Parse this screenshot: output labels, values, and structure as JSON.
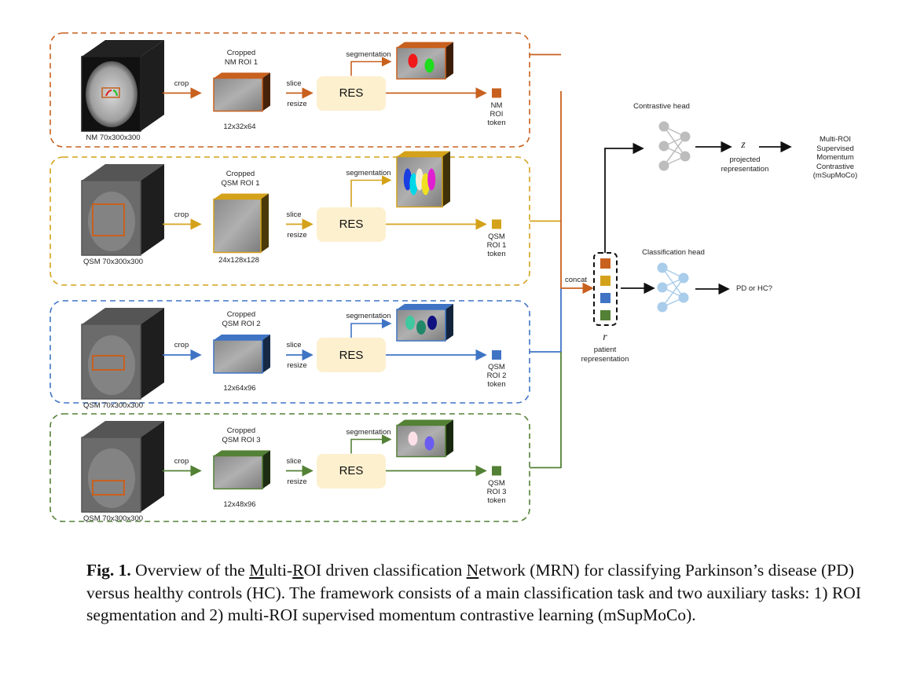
{
  "branches": [
    {
      "id": "nm-roi-1",
      "color": "#c8601e",
      "input_label": "NM 70x300x300",
      "crop_label": "crop",
      "cropped_title_line1": "Cropped",
      "cropped_title_line2": "NM ROI 1",
      "cropped_size": "12x32x64",
      "slice_label": "slice",
      "resize_label": "resize",
      "encoder_label": "RES",
      "segmentation_label": "segmentation",
      "token_lines": [
        "NM",
        "ROI",
        "token"
      ]
    },
    {
      "id": "qsm-roi-1",
      "color": "#d4a21a",
      "input_label": "QSM 70x300x300",
      "crop_label": "crop",
      "cropped_title_line1": "Cropped",
      "cropped_title_line2": "QSM ROI 1",
      "cropped_size": "24x128x128",
      "slice_label": "slice",
      "resize_label": "resize",
      "encoder_label": "RES",
      "segmentation_label": "segmentation",
      "token_lines": [
        "QSM",
        "ROI 1",
        "token"
      ]
    },
    {
      "id": "qsm-roi-2",
      "color": "#3f74c4",
      "input_label": "QSM 70x300x300",
      "crop_label": "crop",
      "cropped_title_line1": "Cropped",
      "cropped_title_line2": "QSM ROI 2",
      "cropped_size": "12x64x96",
      "slice_label": "slice",
      "resize_label": "resize",
      "encoder_label": "RES",
      "segmentation_label": "segmentation",
      "token_lines": [
        "QSM",
        "ROI 2",
        "token"
      ]
    },
    {
      "id": "qsm-roi-3",
      "color": "#538135",
      "input_label": "QSM 70x300x300",
      "crop_label": "crop",
      "cropped_title_line1": "Cropped",
      "cropped_title_line2": "QSM ROI 3",
      "cropped_size": "12x48x96",
      "slice_label": "slice",
      "resize_label": "resize",
      "encoder_label": "RES",
      "segmentation_label": "segmentation",
      "token_lines": [
        "QSM",
        "ROI 3",
        "token"
      ]
    }
  ],
  "fusion": {
    "concat_label": "concat",
    "symbol": "r",
    "label_line1": "patient",
    "label_line2": "representation"
  },
  "contrastive_head": {
    "title": "Contrastive head",
    "color": "#bdbdbd",
    "output_symbol": "z",
    "output_line1": "projected",
    "output_line2": "representation",
    "objective_lines": [
      "Multi-ROI",
      "Supervised",
      "Momentum",
      "Contrastive",
      "(mSupMoCo)"
    ]
  },
  "classification_head": {
    "title": "Classification head",
    "color": "#a9cdea",
    "output": "PD or HC?"
  },
  "caption": {
    "fig_label": "Fig. 1.",
    "parts": [
      " Overview of the ",
      "M",
      "ulti-",
      "R",
      "OI driven classification ",
      "N",
      "etwork (MRN) for classifying Parkinson’s disease (PD) versus healthy controls (HC). The framework consists of a main classification task and two auxiliary tasks: 1) ROI segmentation and 2) multi-ROI supervised momentum contrastive learning (mSupMoCo)."
    ]
  }
}
